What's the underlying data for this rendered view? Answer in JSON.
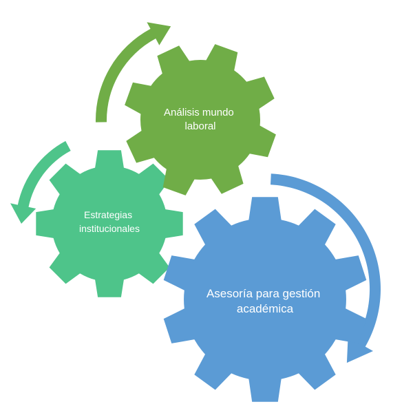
{
  "gears": [
    {
      "id": "analisis",
      "lines": [
        "Análisis mundo",
        "laboral"
      ],
      "color": "#70AD47"
    },
    {
      "id": "estrategias",
      "lines": [
        "Estrategias",
        "institucionales"
      ],
      "color": "#4EC48A"
    },
    {
      "id": "asesoria",
      "lines": [
        "Asesoría para gestión",
        "académica"
      ],
      "color": "#5B9BD5"
    }
  ],
  "arrows": [
    {
      "id": "arrow-green",
      "color": "#70AD47"
    },
    {
      "id": "arrow-teal",
      "color": "#4EC48A"
    },
    {
      "id": "arrow-blue",
      "color": "#5B9BD5"
    }
  ]
}
